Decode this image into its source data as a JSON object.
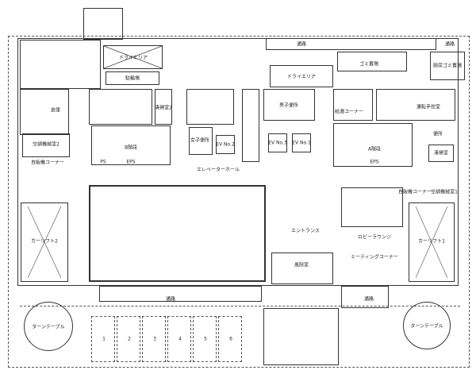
{
  "rooms": {
    "dry_area_1": "ドライエリア",
    "bicycle_parking": "駐輪場",
    "storage": "倉庫",
    "cleaning_room_2": "清掃室2",
    "ac_machine_room_2": "空調機械室2",
    "vending_corner_left": "自販機コーナー",
    "stair_b": "B階段",
    "eps_left": "EPS",
    "ps": "PS",
    "elevator_hall": "エレベーターホール",
    "womens_restroom": "女子便所",
    "ev_2": "EV No.2",
    "ev_3": "EV No.3",
    "ev_1": "EV No.1",
    "dry_area_2": "ドライエリア",
    "mens_restroom": "男子便所",
    "kitchenette": "給湯コーナー",
    "stair_a": "A階段",
    "eps_right": "EPS",
    "driver_waiting_room": "運転手控室",
    "toilet": "便所",
    "cleaning_room": "清掃室",
    "vending_corner_right": "自販機コーナー",
    "ac_machine_room_1": "空調機械室1",
    "passage_top": "通路",
    "passage_top_right": "通路",
    "garbage": "ゴミ置場",
    "kitchen_garbage": "厨房ゴミ置場",
    "entrance": "エントランス",
    "windbreak": "風除室",
    "lobby_lounge": "ロビーラウンジ",
    "meeting_corner": "ミーティングコーナー",
    "car_lift_2": "カーリフト2",
    "car_lift_1": "カーリフト1",
    "turntable_left": "ターンテーブル",
    "turntable_right": "ターンテーブル",
    "passage_bottom_left": "通路",
    "passage_bottom_right": "通路"
  },
  "parking_spaces": [
    "1",
    "2",
    "3",
    "4",
    "5",
    "6"
  ]
}
